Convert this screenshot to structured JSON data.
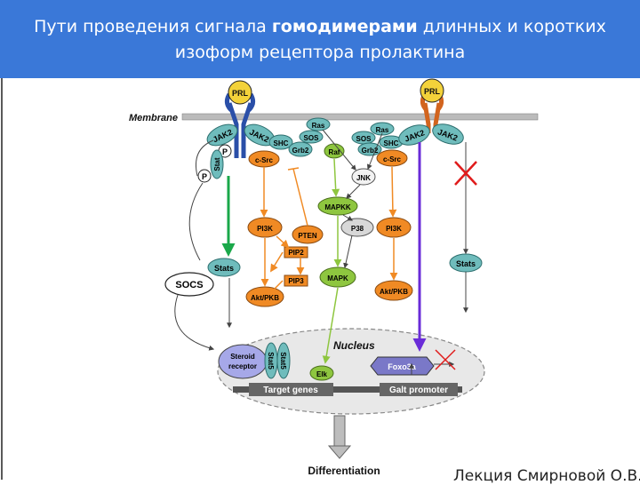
{
  "title": {
    "part1": "Пути проведения сигнала ",
    "bold": "гомодимерами",
    "part2": " длинных и коротких",
    "line2": "изоформ рецептора пролактина"
  },
  "colors": {
    "header_bg": "#3a78d8",
    "orange": "#f08a24",
    "green": "#8ec63f",
    "teal": "#6fbcbc",
    "purple": "#6a2cd8",
    "bright_green": "#1aa84a",
    "red": "#e01b1b",
    "yellow": "#f3d23a",
    "blue_receptor": "#2a4fa8"
  },
  "diagram": {
    "membrane": "Membrane",
    "prl_left": "PRL",
    "prl_right": "PRL",
    "jak2_l1": "JAK2",
    "jak2_l2": "JAK2",
    "jak2_r1": "JAK2",
    "jak2_r2": "JAK2",
    "p1": "P",
    "p2": "P",
    "stat_l": "Stat",
    "shc_l": "SHC",
    "grb2_l": "Grb2",
    "csrc_l": "c-Src",
    "ras_l": "Ras",
    "sos_l": "SOS",
    "raf": "Raf",
    "ras_r": "Ras",
    "sos_r": "SOS",
    "shc_r": "SHC",
    "grb2_r": "Grb2",
    "csrc_r": "c-Src",
    "jnk": "JNK",
    "mapkk": "MAPKK",
    "p38": "P38",
    "pi3k_l": "PI3K",
    "pi3k_r": "PI3K",
    "pten": "PTEN",
    "pip2": "PIP2",
    "pip3": "PIP3",
    "mapk": "MAPK",
    "stats_l": "Stats",
    "stats_r": "Stats",
    "socs": "SOCS",
    "akt_l": "Akt/PKB",
    "akt_r": "Akt/PKB",
    "nucleus": "Nucleus",
    "steroid_receptor": "Steroid\nreceptor",
    "stat5_a": "Stat5",
    "stat5_b": "Stat5",
    "elk": "Elk",
    "foxo3a": "Foxo3a",
    "target_genes": "Target genes",
    "galt_promoter": "Galt promoter",
    "differentiation": "Differentiation"
  },
  "caption": "Лекция Смирновой О.В."
}
